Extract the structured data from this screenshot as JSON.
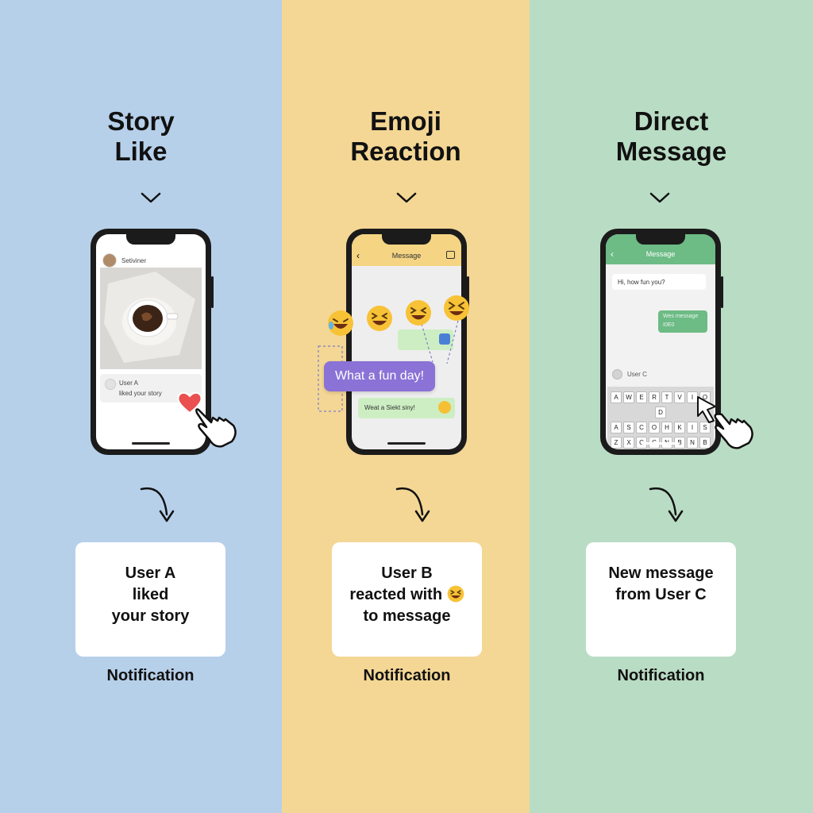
{
  "colors": {
    "col1_bg": "#b7d0ea",
    "col2_bg": "#f4d795",
    "col3_bg": "#b9dcc4",
    "like_heart": "#e9504f",
    "dm_header": "#6dbb85",
    "reaction_bubble": "#8a72d6",
    "green_bubble": "#cdeec3"
  },
  "columns": [
    {
      "title_line1": "Story",
      "title_line2": "Like",
      "phone": {
        "username": "Setiviner",
        "activity_user": "User A",
        "activity_text": "liked your story"
      },
      "card_line1": "User A",
      "card_line2": "liked",
      "card_line3": "your story",
      "caption": "Notification"
    },
    {
      "title_line1": "Emoji",
      "title_line2": "Reaction",
      "phone": {
        "header_title": "Message",
        "reaction_bubble_text": "What a fun day!",
        "reply_text": "Weat a Siekt siny!"
      },
      "card_line1": "User B",
      "card_line2": "reacted with",
      "card_line3": "to message",
      "caption": "Notification"
    },
    {
      "title_line1": "Direct",
      "title_line2": "Message",
      "phone": {
        "header_title": "Message",
        "incoming_text": "Hi, how fun you?",
        "outgoing_line1": "Wes message",
        "outgoing_line2": "I0E0",
        "sender": "User C",
        "keyboard_row1": [
          "A",
          "W",
          "E",
          "R",
          "T",
          "V",
          "I",
          "O",
          "D"
        ],
        "keyboard_row2": [
          "A",
          "S",
          "C",
          "O",
          "H",
          "K",
          "I",
          "S"
        ],
        "keyboard_row3": [
          "Z",
          "X",
          "C",
          "C",
          "N",
          "B",
          "N",
          "B"
        ]
      },
      "card_line1": "New message",
      "card_line2": "from User C",
      "caption": "Notification"
    }
  ]
}
